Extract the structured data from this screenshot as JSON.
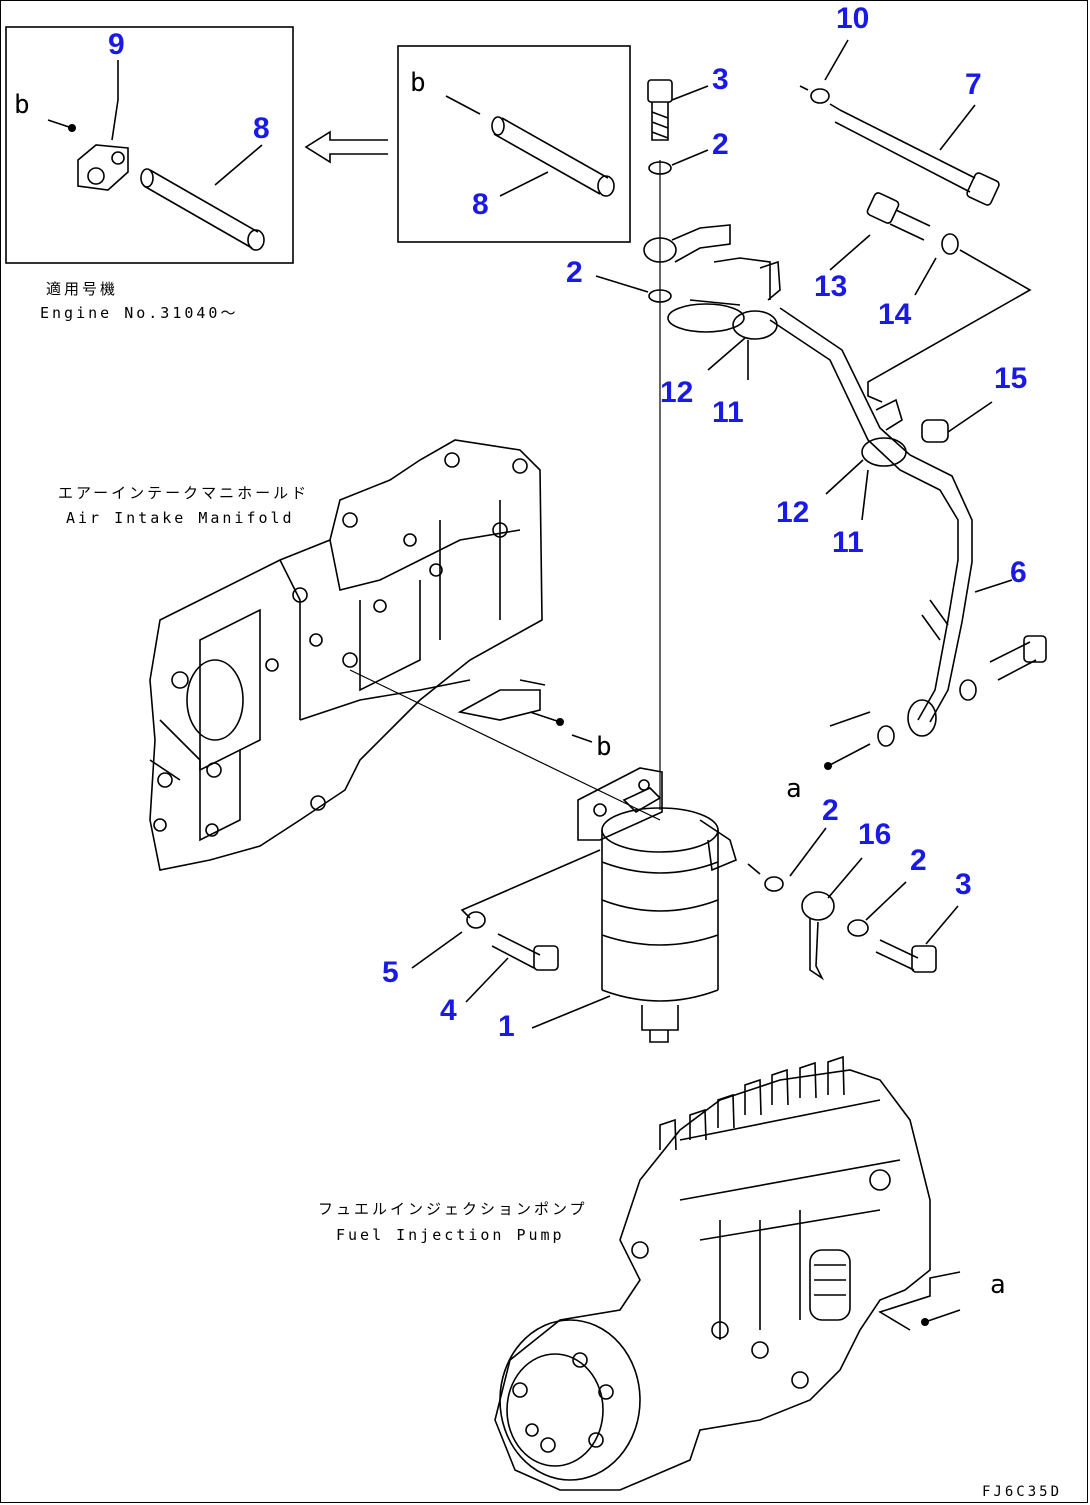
{
  "callouts": {
    "n1": "1",
    "n2a": "2",
    "n2b": "2",
    "n2c": "2",
    "n2d": "2",
    "n3a": "3",
    "n3b": "3",
    "n4": "4",
    "n5": "5",
    "n6": "6",
    "n7": "7",
    "n8a": "8",
    "n8b": "8",
    "n9": "9",
    "n10": "10",
    "n11a": "11",
    "n11b": "11",
    "n12a": "12",
    "n12b": "12",
    "n13": "13",
    "n14": "14",
    "n15": "15",
    "n16": "16"
  },
  "arrow_labels": {
    "b1": "b",
    "b2": "b",
    "b3": "b",
    "a1": "a",
    "a2": "a"
  },
  "labels": {
    "applicable_jp": "適用号機",
    "applicable_en": "Engine No.31040～",
    "manifold_jp": "エアーインテークマニホールド",
    "manifold_en": "Air Intake Manifold",
    "pump_jp": "フュエルインジェクションポンプ",
    "pump_en": "Fuel Injection Pump",
    "drawing_code": "FJ6C35D"
  },
  "colors": {
    "callout": "#1a1ae6",
    "line": "#000000"
  }
}
